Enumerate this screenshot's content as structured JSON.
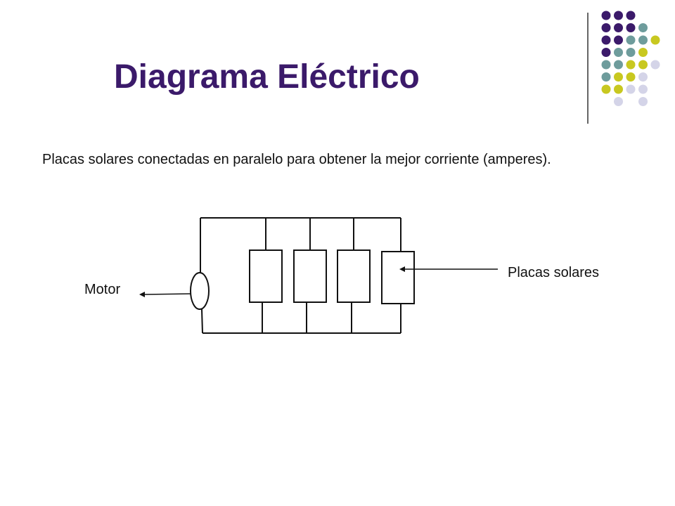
{
  "slide": {
    "title": "Diagrama Eléctrico",
    "subtitle": "Placas solares conectadas en paralelo para obtener la mejor corriente (amperes).",
    "labels": {
      "motor": "Motor",
      "panels": "Placas solares"
    }
  },
  "palette": {
    "title": "#3b1a6a",
    "purple": "#3b1a6a",
    "teal": "#6e9c9c",
    "lime": "#c8c820",
    "lavender": "#d4d4e8",
    "line": "#111111",
    "divider": "#333333"
  },
  "decoration": {
    "dot_grid_colors": [
      [
        "purple",
        "purple",
        "purple",
        null,
        null
      ],
      [
        "purple",
        "purple",
        "purple",
        "teal",
        null
      ],
      [
        "purple",
        "purple",
        "teal",
        "teal",
        "lime"
      ],
      [
        "purple",
        "teal",
        "teal",
        "lime",
        null
      ],
      [
        "teal",
        "teal",
        "lime",
        "lime",
        "lavender"
      ],
      [
        "teal",
        "lime",
        "lime",
        "lavender",
        null
      ],
      [
        "lime",
        "lime",
        "lavender",
        "lavender",
        null
      ],
      [
        null,
        "lavender",
        null,
        "lavender",
        null
      ]
    ]
  }
}
